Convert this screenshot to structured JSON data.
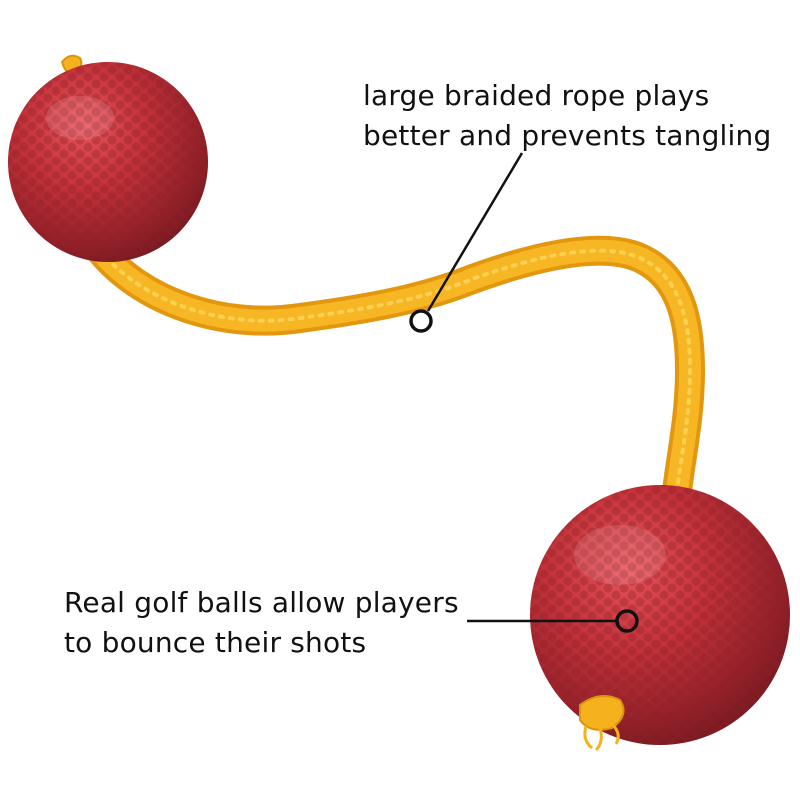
{
  "product": {
    "rope_color": "#f5b21c",
    "ball_color": "#a8262e"
  },
  "callouts": {
    "rope": {
      "line1": "large braided rope plays",
      "line2": "better and prevents tangling"
    },
    "ball": {
      "line1": "Real golf balls allow players",
      "line2": "to bounce their shots"
    }
  }
}
